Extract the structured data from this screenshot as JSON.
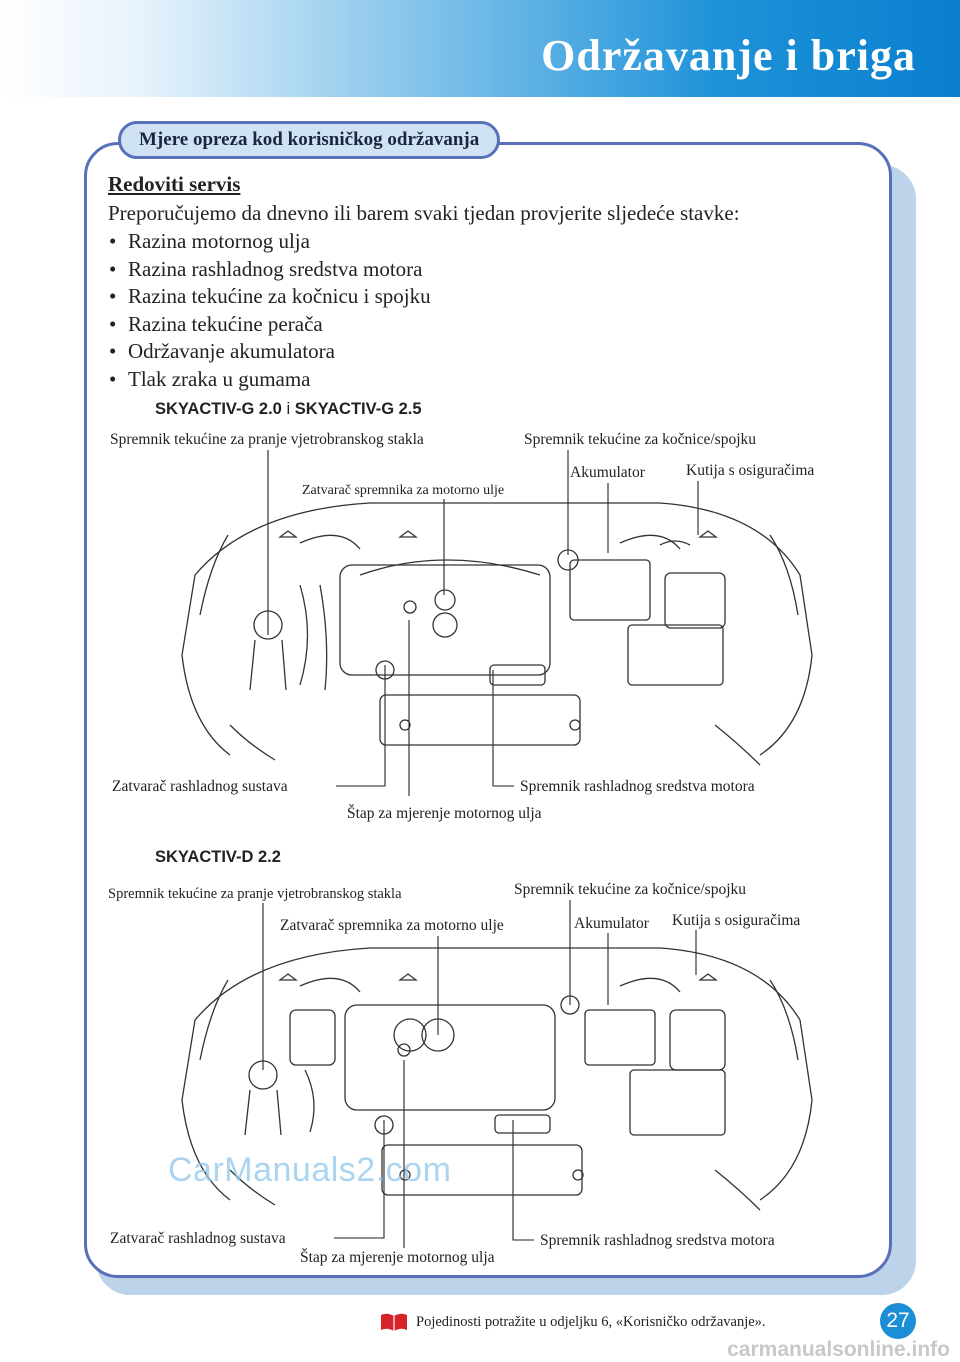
{
  "header": {
    "title": "Održavanje i briga"
  },
  "section": {
    "tab_label": "Mjere opreza kod korisničkog održavanja"
  },
  "content": {
    "heading": "Redoviti servis",
    "intro": "Preporučujemo da dnevno ili barem svaki tjedan provjerite sljedeće stavke:",
    "items": [
      "Razina motornog ulja",
      "Razina rashladnog sredstva motora",
      "Razina tekućine za kočnicu i spojku",
      "Razina tekućine perača",
      "Održavanje akumulatora",
      "Tlak zraka u gumama"
    ]
  },
  "diagram1": {
    "title_a": "SKYACTIV-G 2.0",
    "title_sep": "i",
    "title_b": "SKYACTIV-G 2.5",
    "labels": {
      "washer": "Spremnik tekućine za pranje vjetrobranskog stakla",
      "brake": "Spremnik tekućine za kočnice/spojku",
      "oil_cap": "Zatvarač spremnika za motorno ulje",
      "battery": "Akumulator",
      "fuse": "Kutija s osiguračima",
      "coolant_cap": "Zatvarač rashladnog sustava",
      "coolant_tank": "Spremnik rashladnog sredstva motora",
      "dipstick": "Štap za mjerenje motornog ulja"
    }
  },
  "diagram2": {
    "title": "SKYACTIV-D 2.2",
    "labels": {
      "washer": "Spremnik tekućine za pranje vjetrobranskog stakla",
      "brake": "Spremnik tekućine za kočnice/spojku",
      "oil_cap": "Zatvarač spremnika za motorno ulje",
      "battery": "Akumulator",
      "fuse": "Kutija s osiguračima",
      "coolant_cap": "Zatvarač rashladnog sustava",
      "coolant_tank": "Spremnik rashladnog sredstva motora",
      "dipstick": "Štap za mjerenje motornog ulja"
    }
  },
  "footer": {
    "note": "Pojedinosti potražite u odjeljku 6, «Korisničko održavanje».",
    "page_number": "27"
  },
  "watermark": "CarManuals2.com",
  "source_mark": "carmanualsonline.info",
  "colors": {
    "header_blue": "#0a7fcf",
    "panel_border": "#5870b8",
    "tab_fill": "#cfe3f5",
    "shadow": "#bcd3ea"
  }
}
